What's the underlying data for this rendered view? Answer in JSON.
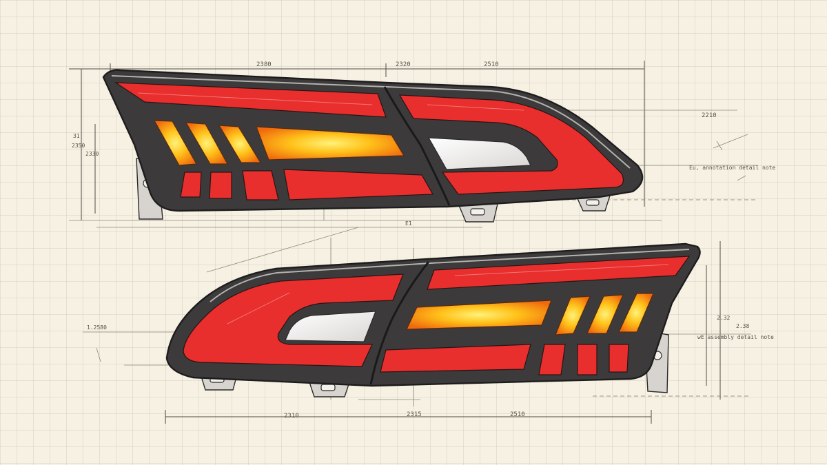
{
  "dimensions": {
    "top_row": [
      "2380",
      "2320",
      "2510"
    ],
    "top_left_side": [
      "31",
      "2350",
      "2330"
    ],
    "top_right_notes": [
      "2210",
      "Eu, annotation detail note"
    ],
    "top_center_mark": "E1",
    "bottom_row": [
      "2310",
      "2315",
      "2510"
    ],
    "bottom_left_note": "1.2580",
    "bottom_right_notes": [
      "2.32",
      "2.38",
      "wE assembly detail note"
    ]
  }
}
